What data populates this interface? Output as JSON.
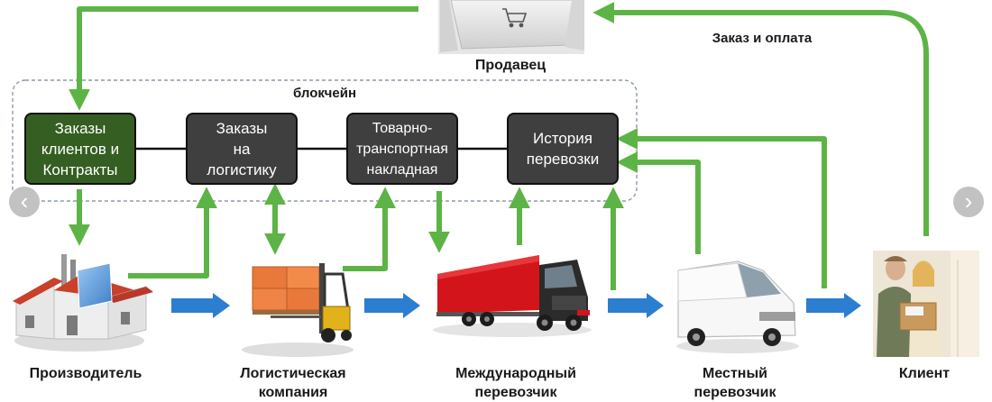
{
  "seller": {
    "label": "Продавец"
  },
  "blockchain": {
    "label": "блокчейн"
  },
  "order_payment": {
    "label": "Заказ и оплата"
  },
  "boxes": {
    "contracts": {
      "lines": [
        "Заказы",
        "клиентов и",
        "Контракты"
      ]
    },
    "logistics_orders": {
      "lines": [
        "Заказы",
        "на",
        "логистику"
      ]
    },
    "waybill": {
      "lines": [
        "Товарно-",
        "транспортная",
        "накладная"
      ]
    },
    "history": {
      "lines": [
        "История",
        "перевозки"
      ]
    }
  },
  "actors": {
    "manufacturer": {
      "label": "Производитель"
    },
    "logistics": {
      "line1": "Логистическая",
      "line2": "компания"
    },
    "intl": {
      "line1": "Международный",
      "line2": "перевозчик"
    },
    "local": {
      "line1": "Местный",
      "line2": "перевозчик"
    },
    "client": {
      "label": "Клиент"
    }
  },
  "nav": {
    "prev": "‹",
    "next": "›"
  },
  "colors": {
    "green_arrow": "#5db446",
    "blue_arrow": "#2b7ed0",
    "box_dark": "#3f3f3f",
    "box_green": "#355e22",
    "truck_red": "#d4141b",
    "roof_red": "#c9402b"
  }
}
